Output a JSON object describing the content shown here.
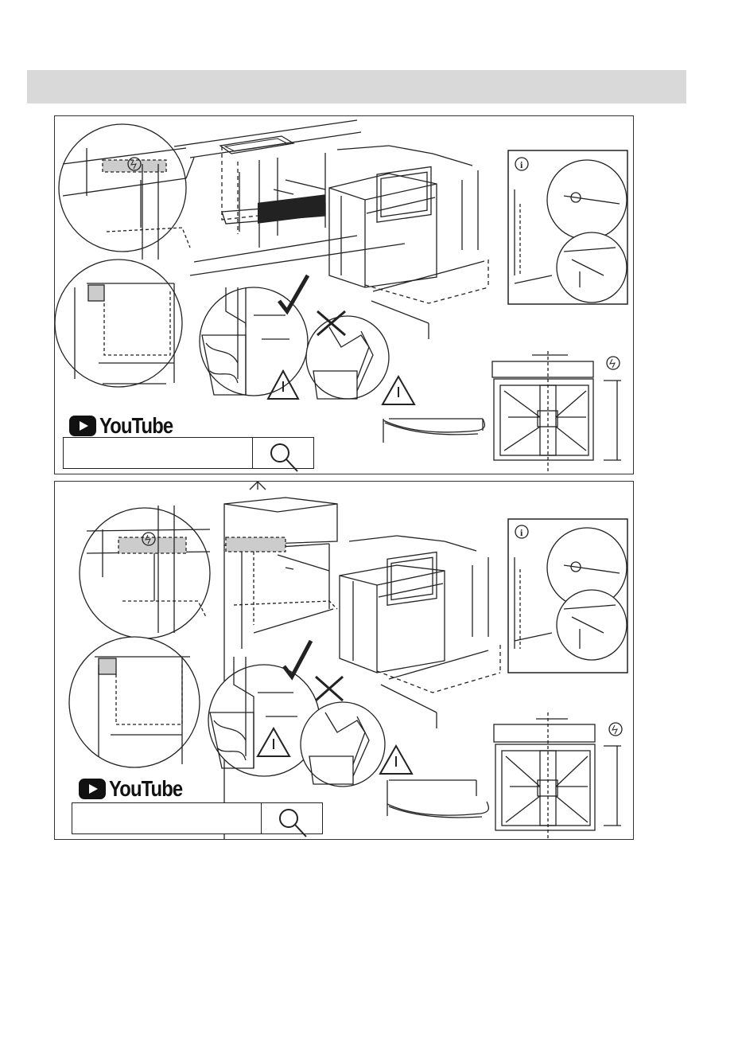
{
  "header": {
    "title": ""
  },
  "panels": [
    {
      "id": "built-in-under-counter",
      "video": {
        "brand": "YouTube",
        "search_placeholder": "",
        "search_value": ""
      }
    },
    {
      "id": "built-in-column",
      "video": {
        "brand": "YouTube",
        "search_placeholder": "",
        "search_value": ""
      }
    }
  ],
  "icons": [
    "info-icon",
    "electric-hazard-icon",
    "warning-icon",
    "checkmark-icon",
    "cross-icon",
    "magnifier-icon",
    "youtube-play-icon"
  ]
}
